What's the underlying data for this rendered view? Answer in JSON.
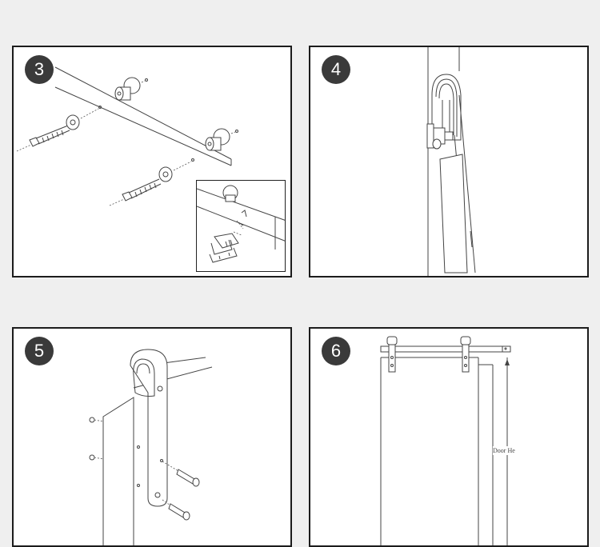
{
  "steps": [
    {
      "number": "3"
    },
    {
      "number": "4"
    },
    {
      "number": "5"
    },
    {
      "number": "6"
    }
  ],
  "step6": {
    "door_height_label": "Door He"
  }
}
